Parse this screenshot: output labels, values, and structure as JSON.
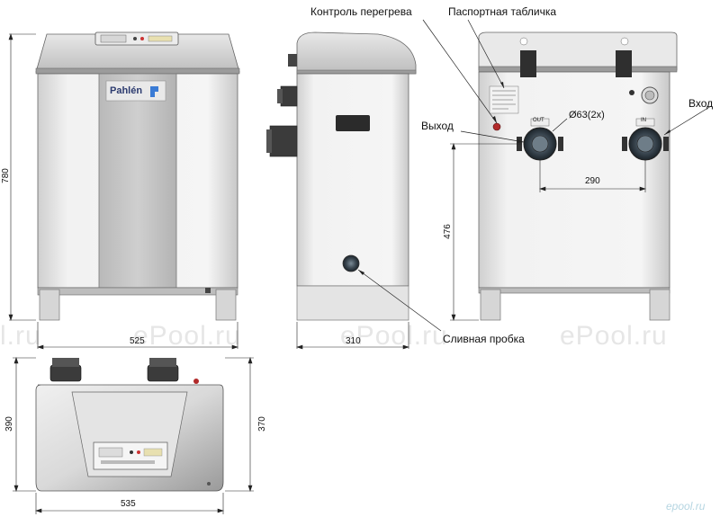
{
  "labels": {
    "overheat_control": "Контроль перегрева",
    "nameplate": "Паспортная табличка",
    "outlet": "Выход",
    "inlet": "Вход",
    "drain_plug": "Сливная пробка",
    "pipe_diameter": "Ø63(2x)"
  },
  "dimensions": {
    "front_height": "780",
    "front_width": "525",
    "side_depth": "310",
    "back_connection_height": "476",
    "pipe_spacing": "290",
    "top_depth_outer": "390",
    "top_depth_inner": "370",
    "top_width": "535"
  },
  "brand": "Pahlén",
  "port_tags": {
    "out": "OUT",
    "in": "IN"
  },
  "watermarks": [
    "l.ru",
    "ePool.ru",
    "ePool.ru",
    "ePool.ru"
  ],
  "corner_watermark": "epool.ru"
}
